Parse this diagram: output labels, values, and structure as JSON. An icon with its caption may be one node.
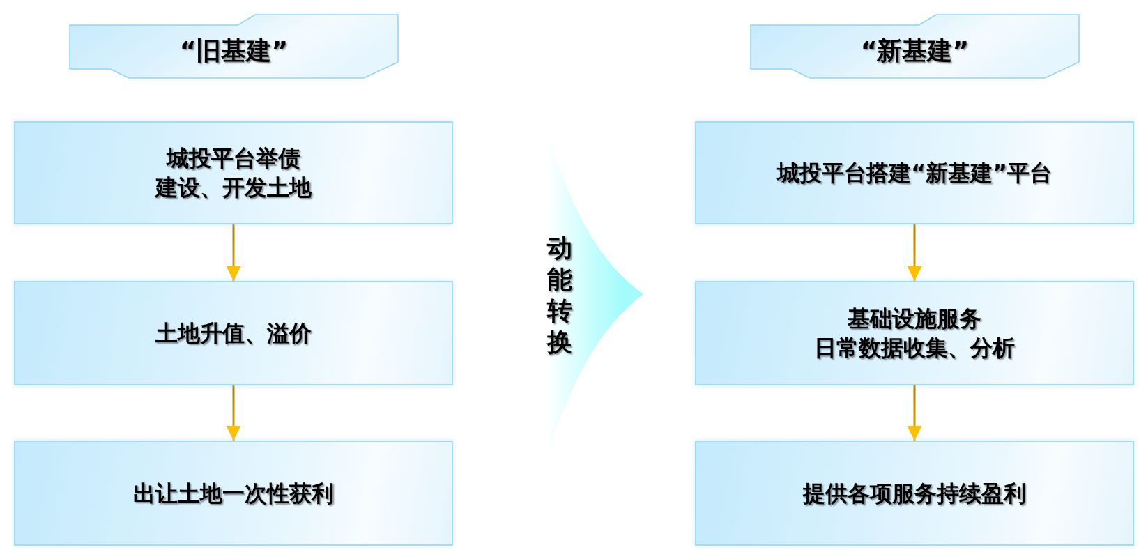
{
  "diagram": {
    "nodes": [
      {
        "text": [
          "“旧基建”"
        ]
      },
      {
        "text": [
          "城投平台举债建设、开发土地"
        ]
      },
      {
        "text": [
          "土地升值、溢价"
        ]
      },
      {
        "text": [
          "出让土地一次性获利"
        ]
      },
      {
        "text": [
          "动能转换"
        ]
      },
      {
        "text": [
          "“新基建”"
        ]
      },
      {
        "text": [
          "城投平台搭建“新基建”平台"
        ]
      },
      {
        "text": [
          "基础设施服务日常数据收集、分析"
        ]
      },
      {
        "text": [
          "提供各项服务持续盈利"
        ]
      }
    ],
    "edges": [
      {
        "from": 1,
        "to": 2,
        "arrow": "to"
      },
      {
        "from": 2,
        "to": 3,
        "arrow": "to"
      },
      {
        "from": 6,
        "to": 7,
        "arrow": "to"
      },
      {
        "from": 7,
        "to": 8,
        "arrow": "to"
      }
    ]
  }
}
